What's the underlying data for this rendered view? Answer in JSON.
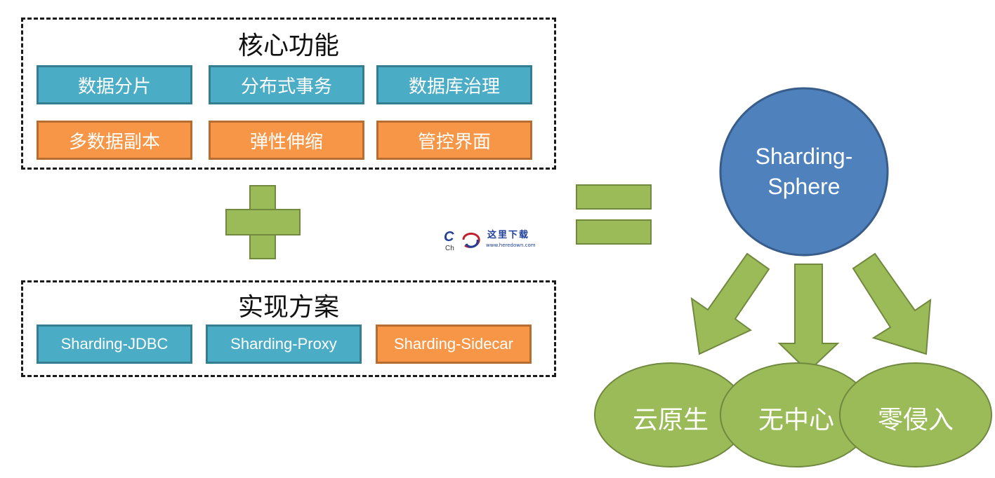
{
  "core": {
    "title": "核心功能",
    "row1": [
      "数据分片",
      "分布式事务",
      "数据库治理"
    ],
    "row2": [
      "多数据副本",
      "弹性伸缩",
      "管控界面"
    ]
  },
  "impl": {
    "title": "实现方案",
    "items": [
      "Sharding-JDBC",
      "Sharding-Proxy",
      "Sharding-Sidecar"
    ]
  },
  "result": {
    "line1": "Sharding-",
    "line2": "Sphere",
    "traits": [
      "云原生",
      "无中心",
      "零侵入"
    ]
  },
  "watermark": {
    "brand": "这里下载",
    "url": "www.heredown.com"
  },
  "colors": {
    "blue_tile": "#4bacc6",
    "orange_tile": "#f79646",
    "green": "#9bbb59",
    "sphere_blue": "#4f81bd"
  }
}
